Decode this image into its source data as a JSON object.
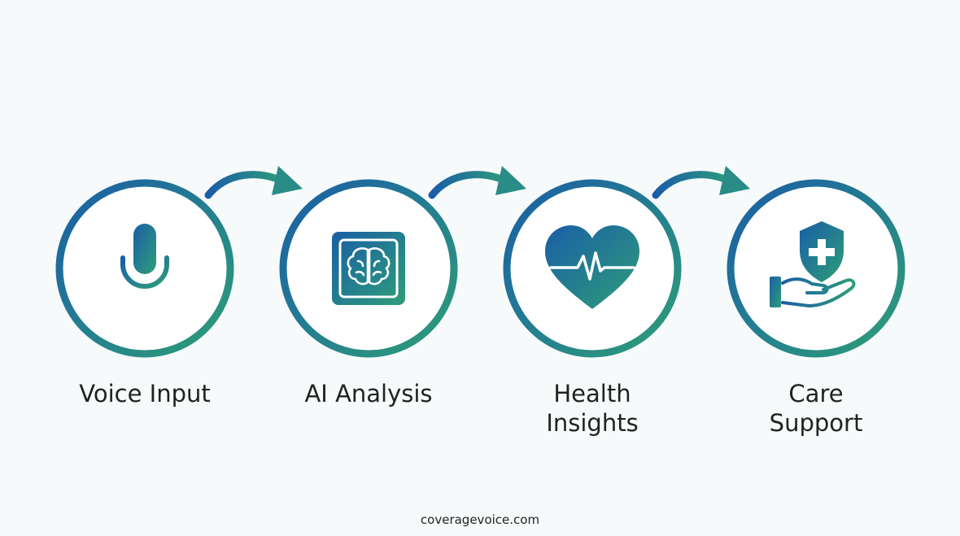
{
  "steps": [
    {
      "label": "Voice Input",
      "icon": "microphone-icon"
    },
    {
      "label": "AI Analysis",
      "icon": "ai-chip-brain-icon"
    },
    {
      "label": "Health\nInsights",
      "icon": "heart-pulse-icon"
    },
    {
      "label": "Care\nSupport",
      "icon": "hand-shield-icon"
    }
  ],
  "footer": "coveragevoice.com",
  "colors": {
    "start": "#1a5ea6",
    "end": "#2e9e78",
    "text": "#222222"
  }
}
